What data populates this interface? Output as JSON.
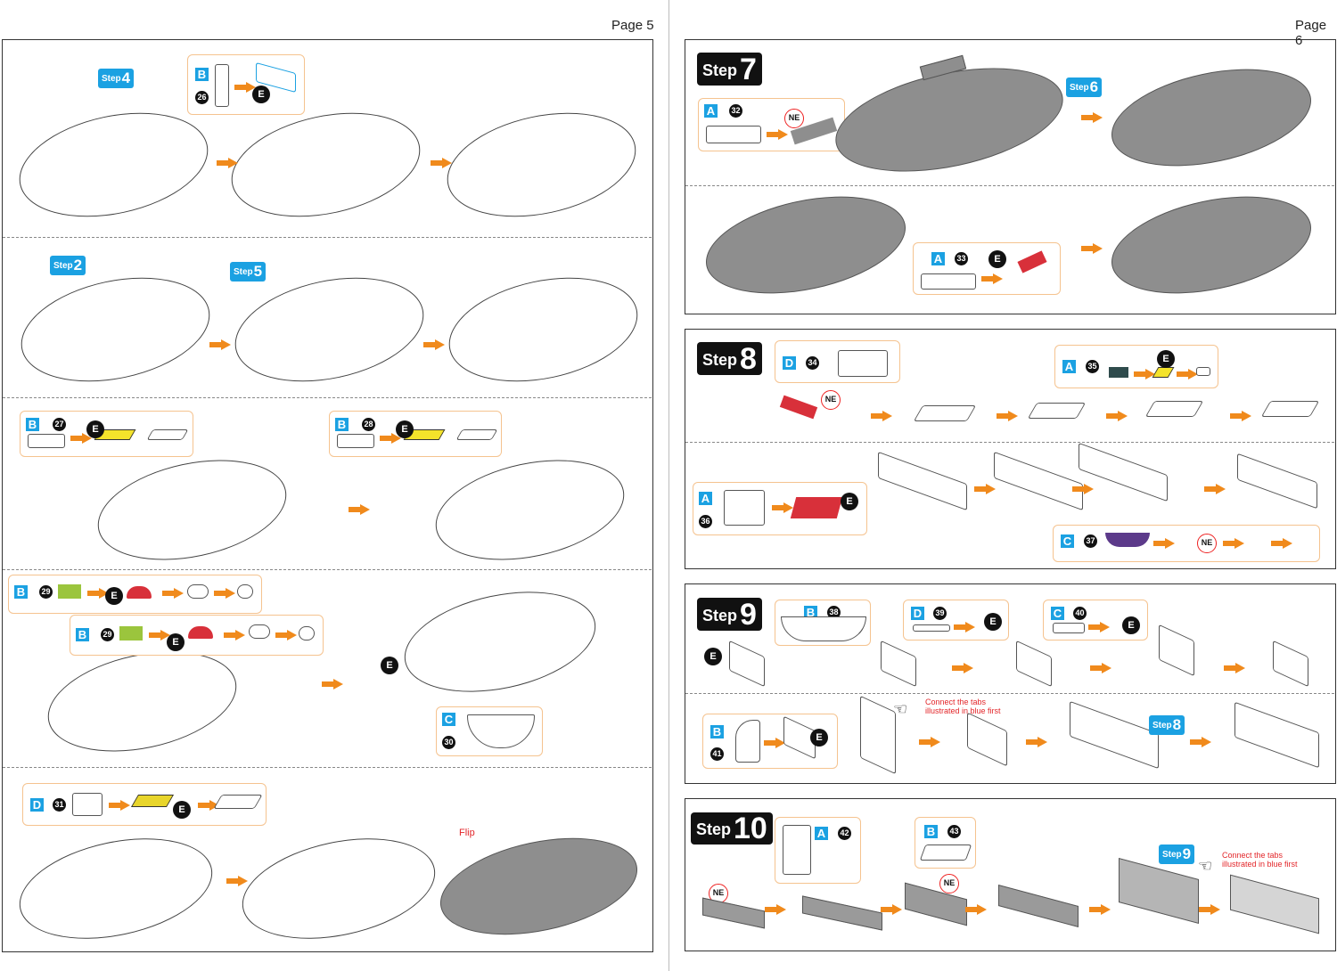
{
  "pages": {
    "left": "Page 5",
    "right": "Page 6"
  },
  "steps": {
    "step_word": "Step",
    "s2": "2",
    "s4": "4",
    "s5": "5",
    "s6": "6",
    "s7": "7",
    "s8": "8",
    "s9": "9",
    "s10": "10"
  },
  "badges": {
    "E": "E",
    "NE": "NE"
  },
  "parts": [
    {
      "letter": "B",
      "number": "26"
    },
    {
      "letter": "B",
      "number": "27"
    },
    {
      "letter": "B",
      "number": "28"
    },
    {
      "letter": "B",
      "number": "29"
    },
    {
      "letter": "B",
      "number": "29"
    },
    {
      "letter": "C",
      "number": "30"
    },
    {
      "letter": "D",
      "number": "31"
    },
    {
      "letter": "A",
      "number": "32"
    },
    {
      "letter": "A",
      "number": "33"
    },
    {
      "letter": "D",
      "number": "34"
    },
    {
      "letter": "A",
      "number": "35"
    },
    {
      "letter": "A",
      "number": "36"
    },
    {
      "letter": "C",
      "number": "37"
    },
    {
      "letter": "B",
      "number": "38"
    },
    {
      "letter": "D",
      "number": "39"
    },
    {
      "letter": "C",
      "number": "40"
    },
    {
      "letter": "B",
      "number": "41"
    },
    {
      "letter": "A",
      "number": "42"
    },
    {
      "letter": "B",
      "number": "43"
    }
  ],
  "annotations": {
    "flip": "Flip",
    "connect_tabs_line1": "Connect the tabs",
    "connect_tabs_line2": "illustrated in blue first"
  },
  "colors": {
    "accent_blue": "#1ba1e2",
    "arrow_orange": "#f08a1c",
    "callout_border": "#f5c38f",
    "note_red": "#e3262a"
  }
}
